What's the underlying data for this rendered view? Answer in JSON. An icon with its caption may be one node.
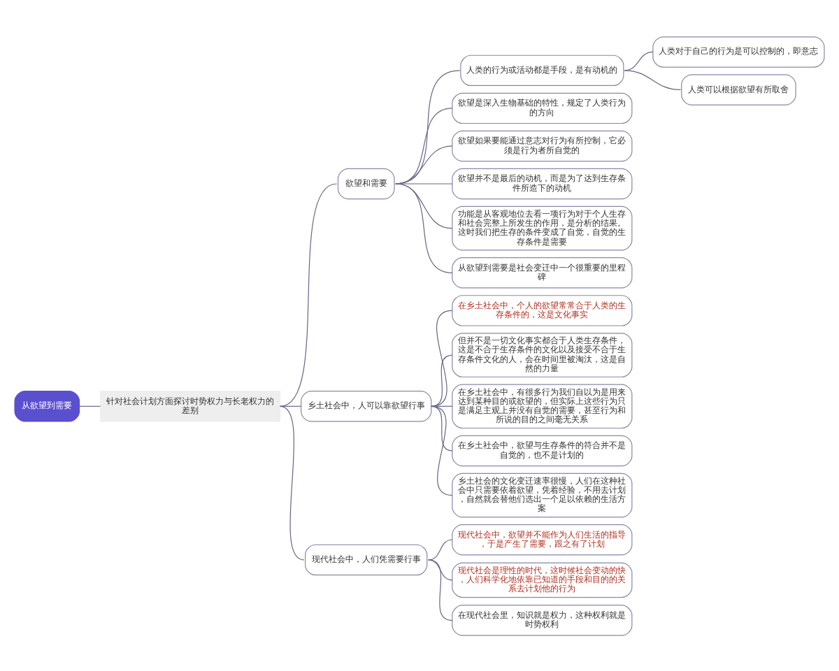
{
  "diagram": {
    "nodes": [
      {
        "text": [
          "从欲望到需要"
        ]
      },
      {
        "text": [
          "针对社会计划方面探讨时势权力与长老权力的差别"
        ]
      },
      {
        "text": [
          "欲望和需要"
        ]
      },
      {
        "text": [
          "人类的行为或活动都是手段，是有动机的"
        ]
      },
      {
        "text": [
          "人类对于自己的行为是可以控制的，即意志"
        ]
      },
      {
        "text": [
          "人类可以根据欲望有所取舍"
        ]
      },
      {
        "text": [
          "欲望是深入生物基础的特性，规定了人类行为的方向"
        ]
      },
      {
        "text": [
          "欲望如果要能通过意志对行为有所控制，它必须是行为者所自觉的"
        ]
      },
      {
        "text": [
          "欲望并不是最后的动机，而是为了达到生存条件所造下的动机"
        ]
      },
      {
        "text": [
          "功能是从客观地位去看一项行为对于个人生存和社会完整上所发生的作用，是分析的结果。这时我们把生存的条件变成了自觉，自觉的生存条件是需要"
        ]
      },
      {
        "text": [
          "从欲望到需要是社会变迁中一个很重要的里程碑"
        ]
      },
      {
        "text": [
          "乡土社会中，人可以靠欲望行事"
        ]
      },
      {
        "text": [
          "在乡土社会中，个人的欲望常常合于人类的生存条件的，这是文化事实"
        ]
      },
      {
        "text": [
          "但并不是一切文化事实都合于人类生存条件，这是不合于生存条件的文化以及接受不合于生存条件文化的人，会在时间里被淘汰，这是自然的力量"
        ]
      },
      {
        "text": [
          "在乡土社会中，有很多行为我们自以为是用来达到某种目的或欲望的，但实际上这些行为只是满足主观上并没有自觉的需要，甚至行为和所说的目的之间毫无关系"
        ]
      },
      {
        "text": [
          "在乡土社会中，欲望与生存条件的符合并不是自觉的，也不是计划的"
        ]
      },
      {
        "text": [
          "乡土社会的文化变迁速率很慢，人们在这种社会中只需要依着欲望，凭着经验，不用去计划，自然就会替他们选出一个足以依赖的生活方案"
        ]
      },
      {
        "text": [
          "现代社会中，人们凭需要行事"
        ]
      },
      {
        "text": [
          "现代社会中，欲望并不能作为人们生活的指导，于是产生了需要，跟之有了计划"
        ]
      },
      {
        "text": [
          "现代社会是理性的时代，这时候社会变动的快，人们科学化地依靠已知道的手段和目的的关系去计划他的行为"
        ]
      },
      {
        "text": [
          "在现代社会里，知识就是权力，这种权利就是时势权利"
        ]
      }
    ],
    "edges": [
      {
        "from": 0,
        "to": 1,
        "arrow": "none"
      },
      {
        "from": 1,
        "to": 2,
        "arrow": "none"
      },
      {
        "from": 1,
        "to": 11,
        "arrow": "none"
      },
      {
        "from": 1,
        "to": 17,
        "arrow": "none"
      },
      {
        "from": 2,
        "to": 3,
        "arrow": "none"
      },
      {
        "from": 2,
        "to": 6,
        "arrow": "none"
      },
      {
        "from": 2,
        "to": 7,
        "arrow": "none"
      },
      {
        "from": 2,
        "to": 8,
        "arrow": "none"
      },
      {
        "from": 2,
        "to": 9,
        "arrow": "none"
      },
      {
        "from": 2,
        "to": 10,
        "arrow": "none"
      },
      {
        "from": 3,
        "to": 4,
        "arrow": "none"
      },
      {
        "from": 3,
        "to": 5,
        "arrow": "none"
      },
      {
        "from": 11,
        "to": 12,
        "arrow": "none"
      },
      {
        "from": 11,
        "to": 13,
        "arrow": "none"
      },
      {
        "from": 11,
        "to": 14,
        "arrow": "none"
      },
      {
        "from": 11,
        "to": 15,
        "arrow": "none"
      },
      {
        "from": 11,
        "to": 16,
        "arrow": "none"
      },
      {
        "from": 17,
        "to": 18,
        "arrow": "none"
      },
      {
        "from": 17,
        "to": 19,
        "arrow": "none"
      },
      {
        "from": 17,
        "to": 20,
        "arrow": "none"
      }
    ]
  }
}
